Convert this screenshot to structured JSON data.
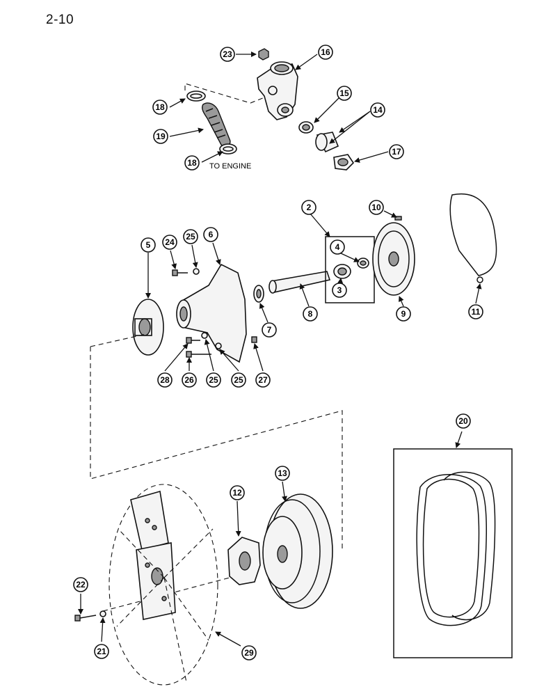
{
  "page_number": "2-10",
  "note_to_engine": "TO ENGINE",
  "callouts": [
    "2",
    "3",
    "4",
    "5",
    "6",
    "7",
    "8",
    "9",
    "10",
    "11",
    "12",
    "13",
    "14",
    "15",
    "16",
    "17",
    "18",
    "19",
    "20",
    "21",
    "22",
    "23",
    "24",
    "25",
    "26",
    "27",
    "28",
    "29"
  ]
}
